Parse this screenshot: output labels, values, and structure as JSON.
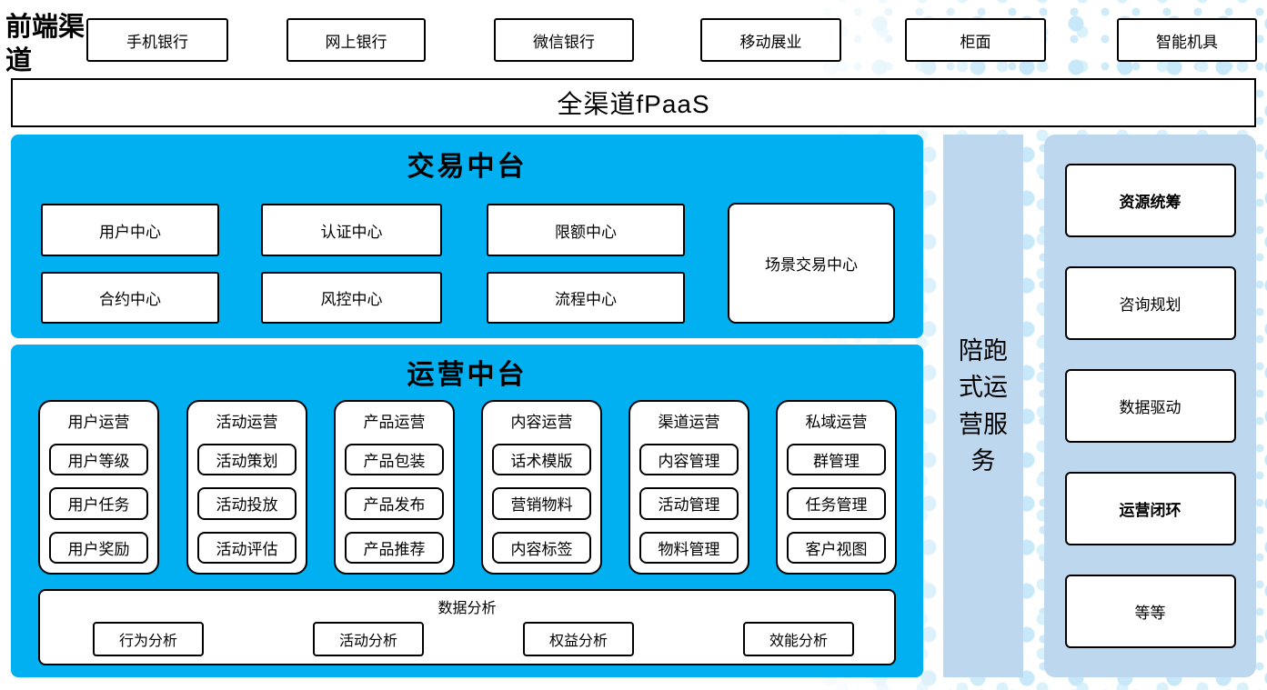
{
  "colors": {
    "accent_blue": "#00B0F0",
    "panel_blue": "#BDD7EE",
    "dot_blue": "#CFEAF8"
  },
  "frontend_channels": {
    "label": "前端渠道",
    "items": [
      "手机银行",
      "网上银行",
      "微信银行",
      "移动展业",
      "柜面",
      "智能机具"
    ]
  },
  "fpaas": {
    "label": "全渠道fPaaS"
  },
  "transaction_platform": {
    "title": "交易中台",
    "centers": [
      "用户中心",
      "认证中心",
      "限额中心",
      "合约中心",
      "风控中心",
      "流程中心"
    ],
    "scene_center": "场景交易中心"
  },
  "operation_platform": {
    "title": "运营中台",
    "columns": [
      {
        "header": "用户运营",
        "items": [
          "用户等级",
          "用户任务",
          "用户奖励"
        ]
      },
      {
        "header": "活动运营",
        "items": [
          "活动策划",
          "活动投放",
          "活动评估"
        ]
      },
      {
        "header": "产品运营",
        "items": [
          "产品包装",
          "产品发布",
          "产品推荐"
        ]
      },
      {
        "header": "内容运营",
        "items": [
          "话术模版",
          "营销物料",
          "内容标签"
        ]
      },
      {
        "header": "渠道运营",
        "items": [
          "内容管理",
          "活动管理",
          "物料管理"
        ]
      },
      {
        "header": "私域运营",
        "items": [
          "群管理",
          "任务管理",
          "客户视图"
        ]
      }
    ],
    "analytics": {
      "title": "数据分析",
      "items": [
        "行为分析",
        "活动分析",
        "权益分析",
        "效能分析"
      ]
    }
  },
  "companion_service": {
    "label": "陪跑式运营服务"
  },
  "service_panel": {
    "items": [
      "资源统筹",
      "咨询规划",
      "数据驱动",
      "运营闭环",
      "等等"
    ]
  }
}
